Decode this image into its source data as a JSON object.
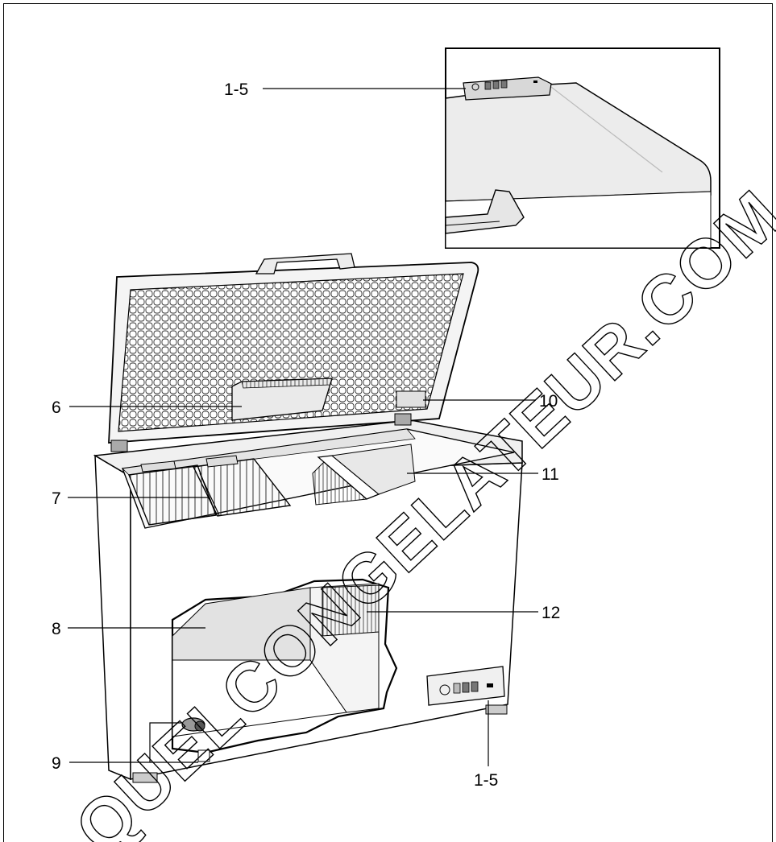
{
  "callouts": {
    "top_panel": "1-5",
    "insulation_board": "6",
    "light_label": "10",
    "baskets": "7",
    "side_wall": "8",
    "drain": "9",
    "divider": "11",
    "evaporator": "12",
    "control_panel": "1-5"
  },
  "watermark": "QUELCONGELATEUR.COM",
  "colors": {
    "line": "#000000",
    "fill_light": "#f2f2f2",
    "fill_mid": "#dcdcdc",
    "fill_dark": "#9a9a9a"
  }
}
